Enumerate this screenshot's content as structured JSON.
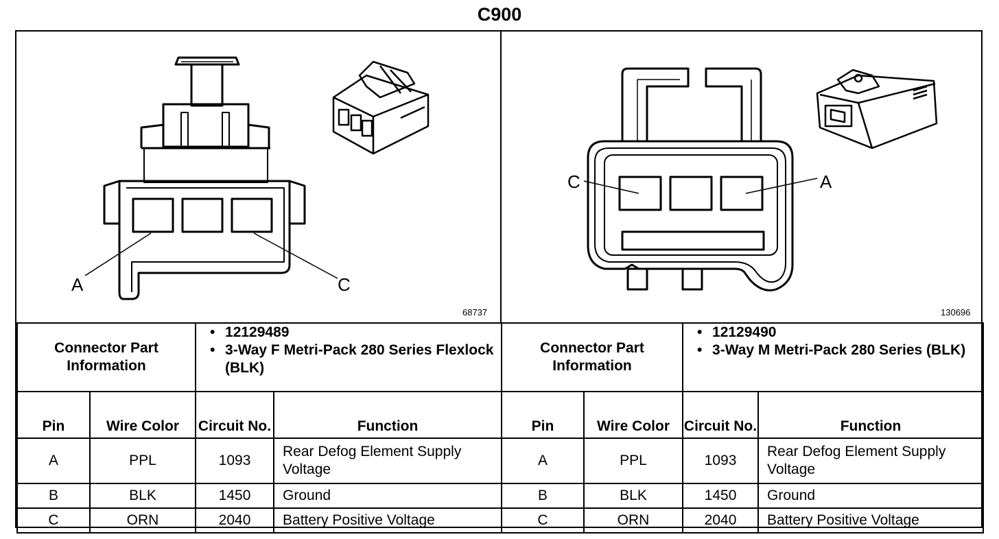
{
  "title": "C900",
  "left": {
    "figure_id": "68737",
    "callouts": {
      "a": "A",
      "c": "C"
    },
    "part_info_label": "Connector Part Information",
    "part_info": [
      "12129489",
      "3-Way F Metri-Pack 280 Series Flexlock (BLK)"
    ],
    "headers": {
      "pin": "Pin",
      "wire_color": "Wire Color",
      "circuit": "Circuit No.",
      "function": "Function"
    },
    "rows": [
      {
        "pin": "A",
        "color": "PPL",
        "circuit": "1093",
        "function": "Rear Defog Element Supply Voltage"
      },
      {
        "pin": "B",
        "color": "BLK",
        "circuit": "1450",
        "function": "Ground"
      },
      {
        "pin": "C",
        "color": "ORN",
        "circuit": "2040",
        "function": "Battery Positive Voltage"
      }
    ]
  },
  "right": {
    "figure_id": "130696",
    "callouts": {
      "a": "A",
      "c": "C"
    },
    "part_info_label": "Connector Part Information",
    "part_info": [
      "12129490",
      "3-Way M Metri-Pack 280 Series (BLK)"
    ],
    "headers": {
      "pin": "Pin",
      "wire_color": "Wire Color",
      "circuit": "Circuit No.",
      "function": "Function"
    },
    "rows": [
      {
        "pin": "A",
        "color": "PPL",
        "circuit": "1093",
        "function": "Rear Defog Element Supply Voltage"
      },
      {
        "pin": "B",
        "color": "BLK",
        "circuit": "1450",
        "function": "Ground"
      },
      {
        "pin": "C",
        "color": "ORN",
        "circuit": "2040",
        "function": "Battery Positive Voltage"
      }
    ]
  }
}
